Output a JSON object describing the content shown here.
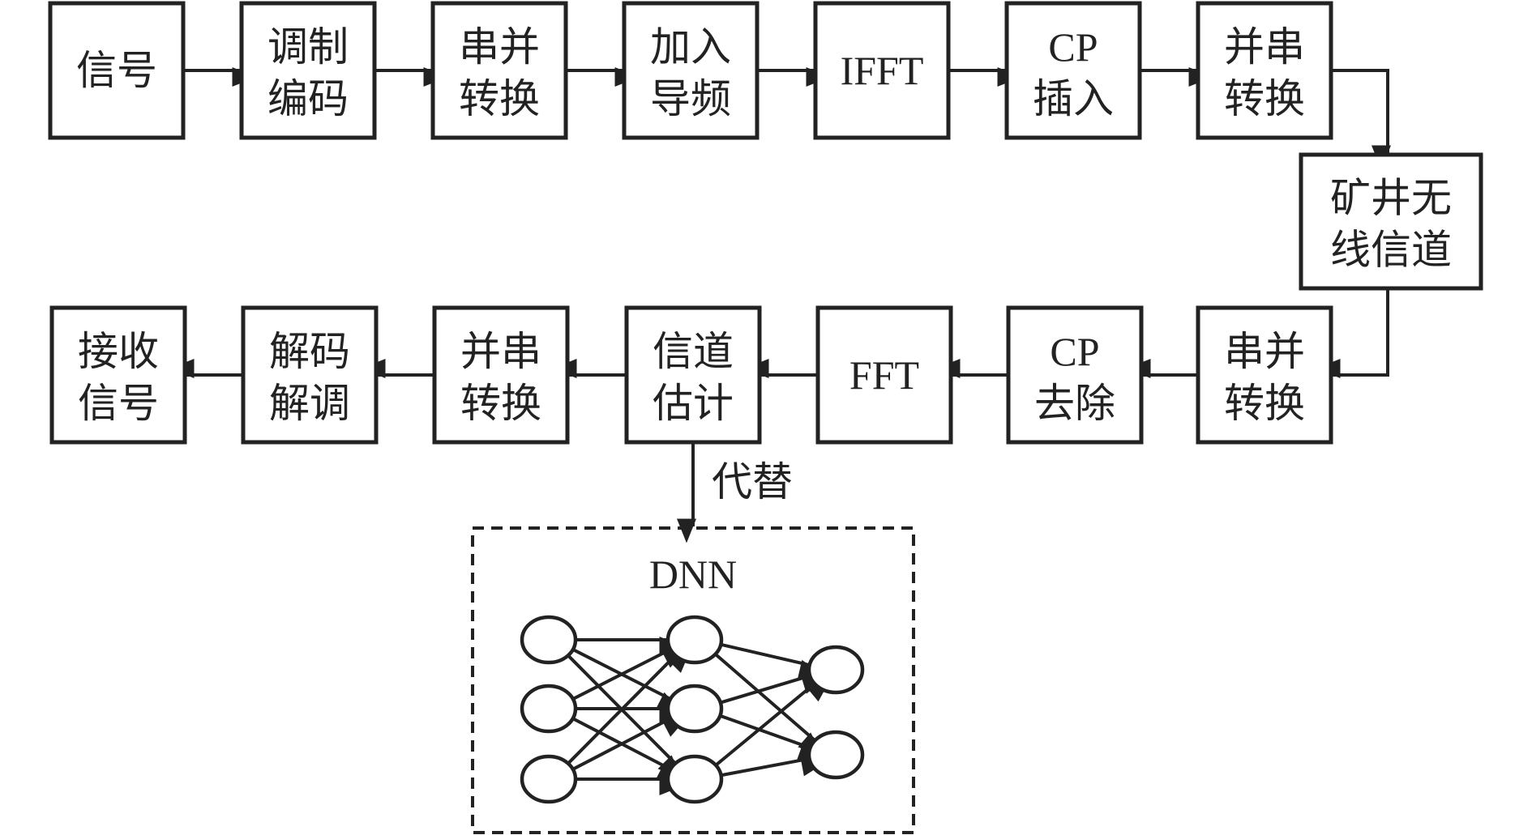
{
  "tx_chain": [
    {
      "id": "signal",
      "lines": [
        "信号"
      ]
    },
    {
      "id": "modulation-coding",
      "lines": [
        "调制",
        "编码"
      ]
    },
    {
      "id": "serial-to-parallel-tx",
      "lines": [
        "串并",
        "转换"
      ]
    },
    {
      "id": "add-pilot",
      "lines": [
        "加入",
        "导频"
      ]
    },
    {
      "id": "ifft",
      "lines": [
        "IFFT"
      ]
    },
    {
      "id": "cp-insert",
      "lines": [
        "CP",
        "插入"
      ]
    },
    {
      "id": "parallel-to-serial-tx",
      "lines": [
        "并串",
        "转换"
      ]
    }
  ],
  "channel": {
    "lines": [
      "矿井无",
      "线信道"
    ]
  },
  "rx_chain": [
    {
      "id": "serial-to-parallel-rx",
      "lines": [
        "串并",
        "转换"
      ]
    },
    {
      "id": "cp-remove",
      "lines": [
        "CP",
        "去除"
      ]
    },
    {
      "id": "fft",
      "lines": [
        "FFT"
      ]
    },
    {
      "id": "channel-estimation",
      "lines": [
        "信道",
        "估计"
      ]
    },
    {
      "id": "parallel-to-serial-rx",
      "lines": [
        "并串",
        "转换"
      ]
    },
    {
      "id": "decode-demod",
      "lines": [
        "解码",
        "解调"
      ]
    },
    {
      "id": "received-signal",
      "lines": [
        "接收",
        "信号"
      ]
    }
  ],
  "replace_label": "代替",
  "dnn": {
    "title": "DNN",
    "layers": [
      3,
      3,
      2
    ]
  }
}
